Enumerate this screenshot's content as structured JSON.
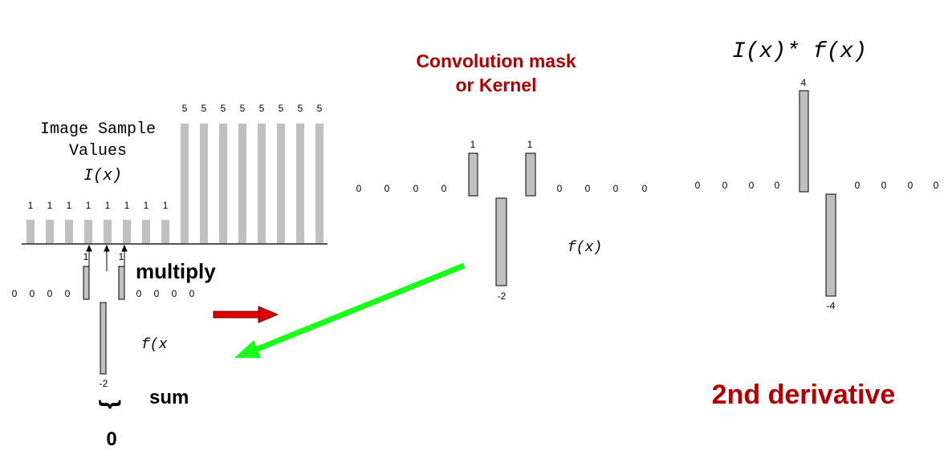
{
  "image_section": {
    "title_line1": "Image Sample",
    "title_line2": "Values",
    "title_func": "I(x)",
    "low_values": [
      "1",
      "1",
      "1",
      "1",
      "1",
      "1",
      "1",
      "1"
    ],
    "high_values": [
      "5",
      "5",
      "5",
      "5",
      "5",
      "5",
      "5",
      "5"
    ]
  },
  "local_kernel": {
    "left_zeros": [
      "0",
      "0",
      "0",
      "0"
    ],
    "right_zeros": [
      "0",
      "0",
      "0",
      "0"
    ],
    "left_value": "1",
    "right_value": "1",
    "center_value": "-2",
    "func_label": "f(x",
    "multiply_label": "multiply",
    "sum_label": "sum",
    "sum_brace": "}",
    "sum_value": "0"
  },
  "kernel_section": {
    "title_line1": "Convolution mask",
    "title_line2": "or Kernel",
    "left_zeros": [
      "0",
      "0",
      "0",
      "0"
    ],
    "right_zeros": [
      "0",
      "0",
      "0",
      "0"
    ],
    "left_value": "1",
    "right_value": "1",
    "center_value": "-2",
    "func_label": "f(x)"
  },
  "result_section": {
    "title": "I(x)* f(x)",
    "left_zeros": [
      "0",
      "0",
      "0",
      "0"
    ],
    "right_zeros": [
      "0",
      "0",
      "0",
      "0"
    ],
    "pos_value": "4",
    "neg_value": "-4",
    "caption": "2nd derivative"
  },
  "colors": {
    "bar_fill": "#c0c0c0",
    "accent_red": "#b00000",
    "arrow_red": "#e00000",
    "arrow_green": "#1aff1a"
  }
}
